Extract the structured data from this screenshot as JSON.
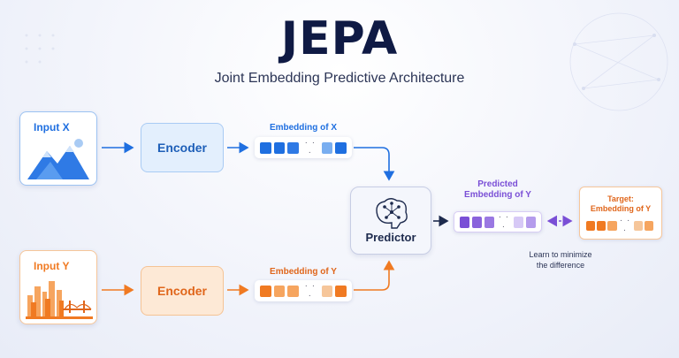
{
  "title": "JEPA",
  "subtitle": "Joint Embedding Predictive Architecture",
  "input_x": {
    "label": "Input X"
  },
  "input_y": {
    "label": "Input Y"
  },
  "encoder_x": {
    "label": "Encoder"
  },
  "encoder_y": {
    "label": "Encoder"
  },
  "embedding_x": {
    "label": "Embedding of X",
    "ellipsis": "· · ·"
  },
  "embedding_y": {
    "label": "Embedding of Y",
    "ellipsis": "· · ·"
  },
  "predictor": {
    "label": "Predictor"
  },
  "predicted": {
    "label_line1": "Predicted",
    "label_line2": "Embedding of Y",
    "ellipsis": "· · ·"
  },
  "target": {
    "label_line1": "Target:",
    "label_line2": "Embedding of Y",
    "ellipsis": "· · ·"
  },
  "note": {
    "line1": "Learn to minimize",
    "line2": "the difference"
  },
  "colors": {
    "blue": "#1f6fe0",
    "blue_light": "#79aef0",
    "orange": "#f07a22",
    "orange_light": "#f6b27a",
    "purple": "#7a4fd6",
    "purple_light": "#c7b3f2",
    "navy": "#0f1a44"
  },
  "icons": [
    "mountain-image-icon",
    "city-skyline-image-icon",
    "brain-network-icon",
    "arrow-right-icon",
    "double-arrow-dashed-icon"
  ]
}
